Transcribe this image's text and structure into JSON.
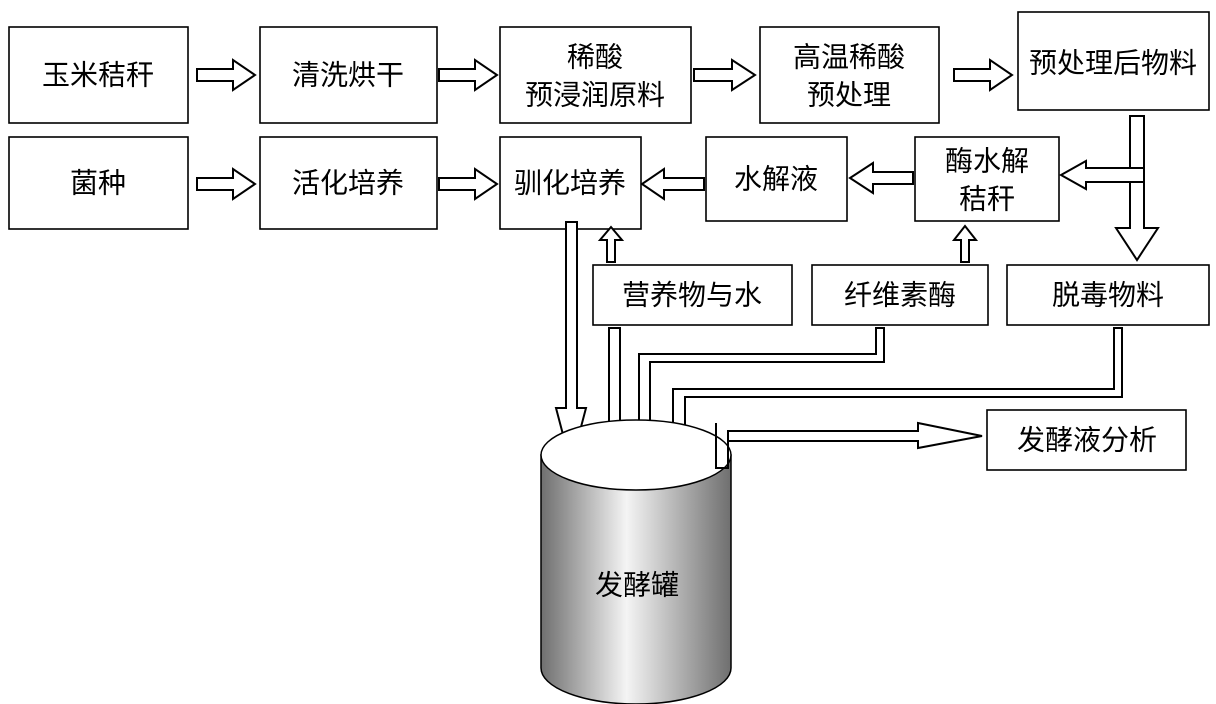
{
  "raw_material_row": [
    "玉米秸秆",
    "清洗烘干",
    "稀酸",
    "预浸润原料",
    "高温稀酸",
    "预处理",
    "预处理后物料"
  ],
  "culture_row": [
    "菌种",
    "活化培养",
    "驯化培养",
    "水解液",
    "酶水解",
    "秸秆"
  ],
  "inputs": [
    "营养物与水",
    "纤维素酶",
    "脱毒物料"
  ],
  "tank_label": "发酵罐",
  "output_label": "发酵液分析",
  "colors": {
    "stroke": "#000000",
    "box_fill": "#ffffff",
    "tank_light": "#f2f2f2",
    "tank_dark": "#707070"
  }
}
